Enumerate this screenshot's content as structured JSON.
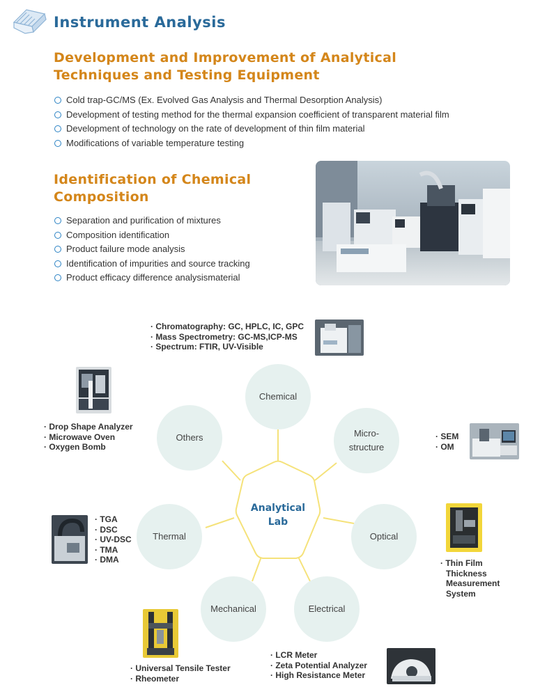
{
  "header": {
    "title": "Instrument Analysis"
  },
  "section1": {
    "heading": [
      "Development and Improvement of Analytical",
      "Techniques and Testing Equipment"
    ],
    "items": [
      "Cold trap-GC/MS (Ex. Evolved Gas Analysis and Thermal Desorption Analysis)",
      "Development of testing method for the thermal expansion coefficient of transparent material film",
      "Development of technology on the rate of development of thin film material",
      "Modifications of variable temperature testing"
    ]
  },
  "section2": {
    "heading": [
      "Identification of Chemical",
      "Composition"
    ],
    "items": [
      "Separation and purification of mixtures",
      "Composition identification",
      "Product failure mode analysis",
      "Identification of impurities and source tracking",
      "Product efficacy difference analysismaterial"
    ]
  },
  "diagram": {
    "center": [
      "Analytical",
      "Lab"
    ],
    "nodes": {
      "chemical": [
        "Chemical"
      ],
      "micro": [
        "Micro-",
        "structure"
      ],
      "optical": [
        "Optical"
      ],
      "electrical": [
        "Electrical"
      ],
      "mechanical": [
        "Mechanical"
      ],
      "thermal": [
        "Thermal"
      ],
      "others": [
        "Others"
      ]
    },
    "equipment": {
      "chemical": [
        "Chromatography: GC, HPLC, IC, GPC",
        "Mass Spectrometry: GC-MS,ICP-MS",
        "Spectrum: FTIR, UV-Visible"
      ],
      "micro": [
        "SEM",
        "OM"
      ],
      "optical": [
        "Thin Film",
        "Thickness",
        "Measurement",
        "System"
      ],
      "electrical": [
        "LCR Meter",
        "Zeta Potential Analyzer",
        "High Resistance Meter"
      ],
      "mechanical": [
        "Universal Tensile Tester",
        "Rheometer"
      ],
      "thermal": [
        "TGA",
        "DSC",
        "UV-DSC",
        "TMA",
        "DMA"
      ],
      "others": [
        "Drop Shape Analyzer",
        "Microwave Oven",
        "Oxygen Bomb"
      ]
    }
  },
  "colors": {
    "title": "#2a6a9a",
    "heading": "#d4861a",
    "bullet": "#2a82c4",
    "circle": "#e6f1ef",
    "line": "#f5e27a"
  }
}
